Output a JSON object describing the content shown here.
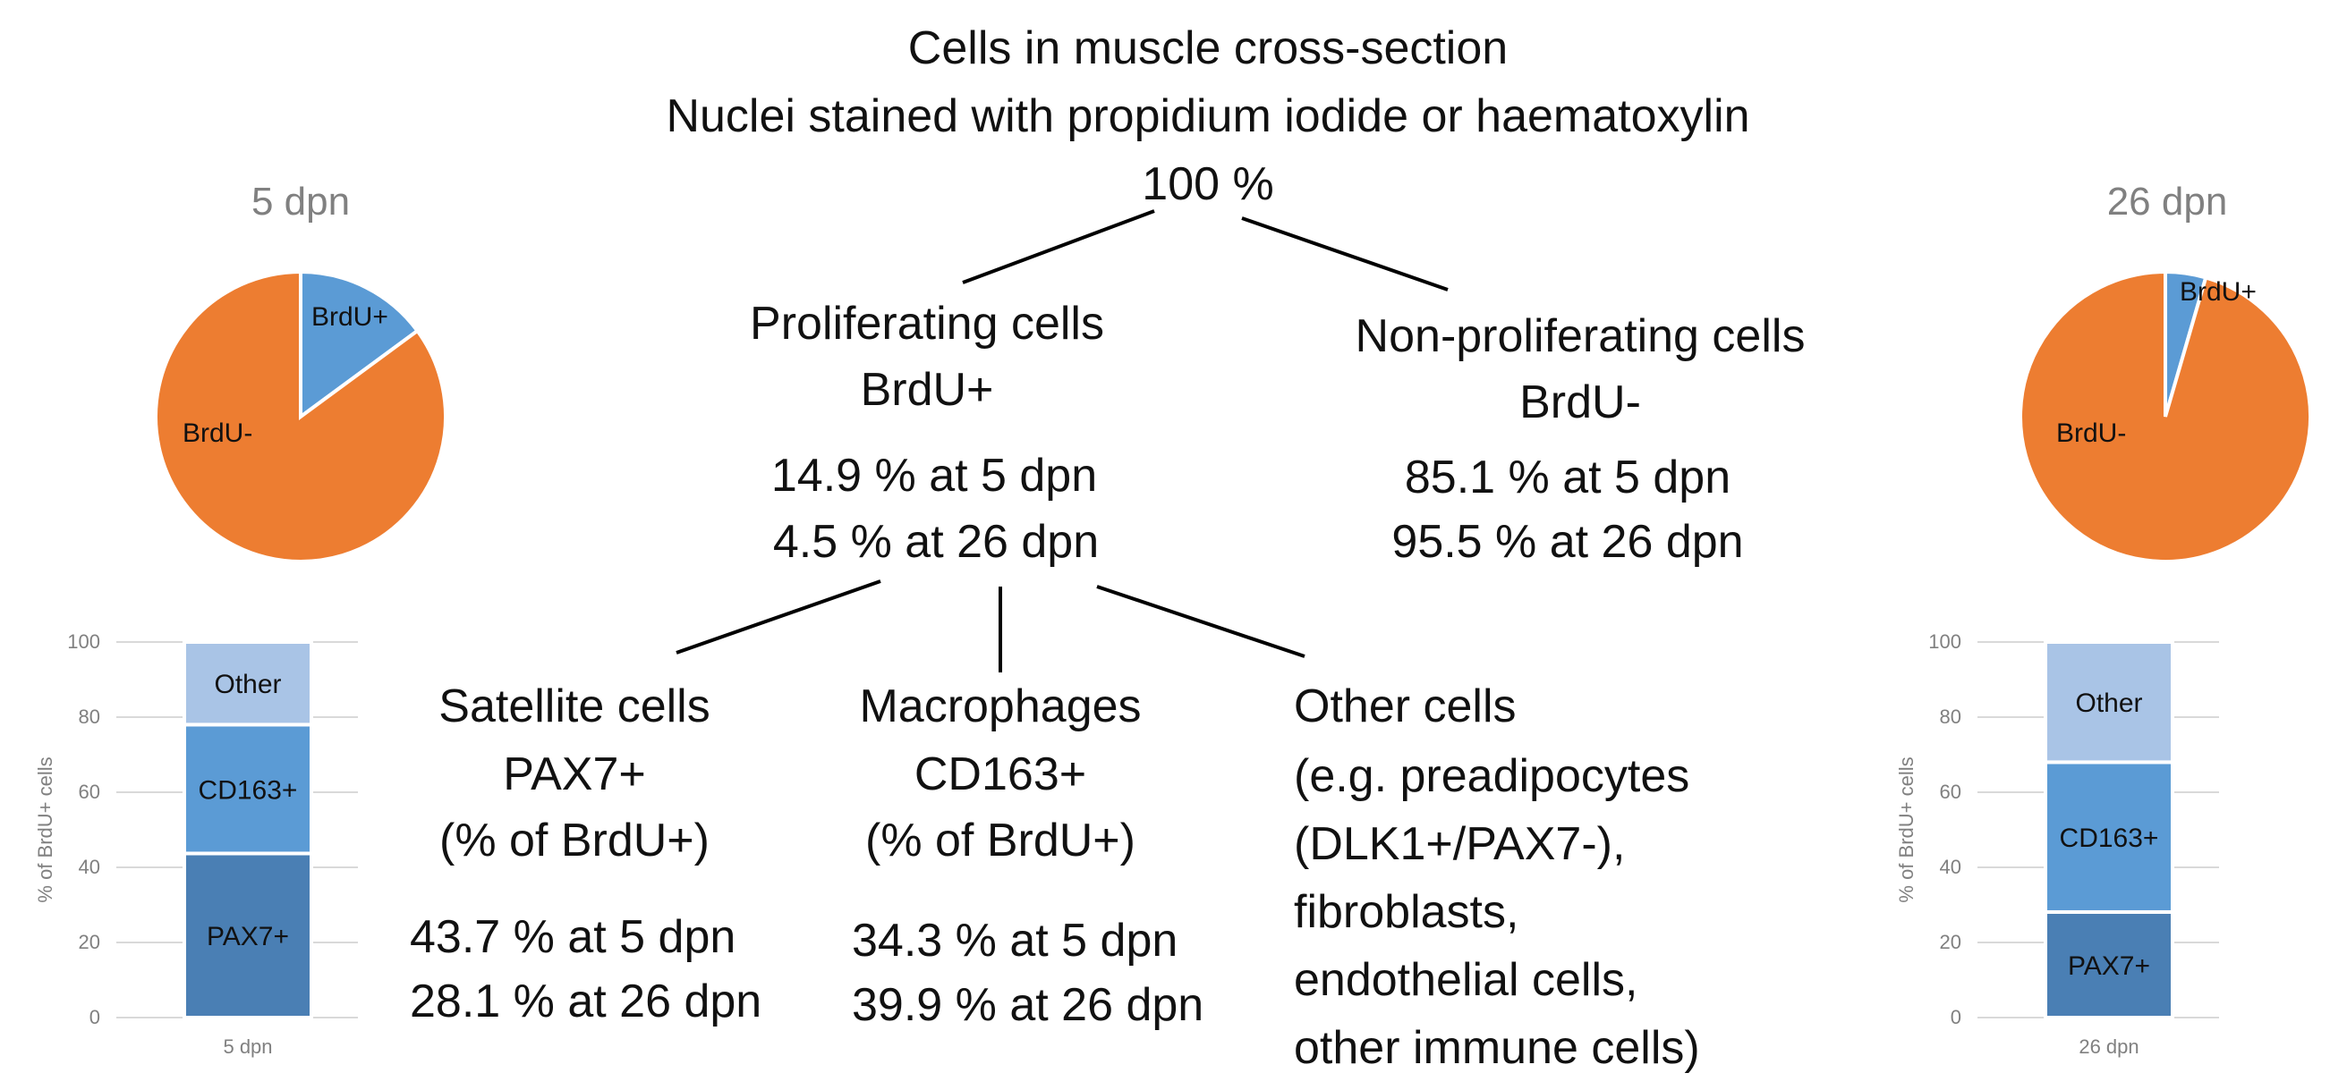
{
  "colors": {
    "brdu_pos": "#5b9bd5",
    "brdu_neg": "#ed7d31",
    "other": "#a9c4e6",
    "cd163": "#5b9bd5",
    "pax7": "#4a7fb4",
    "axis_text": "#808080",
    "grid": "#d9d9d9"
  },
  "root": {
    "line1": "Cells in muscle cross-section",
    "line2": "Nuclei stained with propidium iodide or haematoxylin",
    "line3": "100 %"
  },
  "proliferating": {
    "title": "Proliferating cells",
    "marker": "BrdU+",
    "value_5": "14.9 % at 5 dpn",
    "value_26": "4.5 % at  26 dpn"
  },
  "non_proliferating": {
    "title": "Non-proliferating cells",
    "marker": "BrdU-",
    "value_5": "85.1 % at 5 dpn",
    "value_26": "95.5 % at  26 dpn"
  },
  "satellite": {
    "title": "Satellite cells",
    "marker": "PAX7+",
    "note": "(% of BrdU+)",
    "value_5": "43.7 % at 5 dpn",
    "value_26": "28.1 % at  26 dpn"
  },
  "macrophages": {
    "title": "Macrophages",
    "marker": "CD163+",
    "note": "(% of BrdU+)",
    "value_5": "34.3 % at 5 dpn",
    "value_26": "39.9 % at  26 dpn"
  },
  "other_cells": {
    "lines": [
      "Other cells",
      "(e.g. preadipocytes",
      "(DLK1+/PAX7-),",
      "fibroblasts,",
      "endothelial cells,",
      "other immune cells)"
    ]
  },
  "chart_data": [
    {
      "type": "pie",
      "title": "5 dpn",
      "labels": [
        "BrdU+",
        "BrdU-"
      ],
      "values": [
        14.9,
        85.1
      ]
    },
    {
      "type": "pie",
      "title": "26 dpn",
      "labels": [
        "BrdU+",
        "BrdU-"
      ],
      "values": [
        4.5,
        95.5
      ]
    },
    {
      "type": "bar",
      "stacked": true,
      "categories": [
        "5 dpn"
      ],
      "ylabel": "% of BrdU+ cells",
      "ylim": [
        0,
        100
      ],
      "yticks": [
        "0",
        "20",
        "40",
        "60",
        "80",
        "100"
      ],
      "grid": true,
      "series": [
        {
          "name": "PAX7+",
          "values": [
            43.7
          ]
        },
        {
          "name": "CD163+",
          "values": [
            34.3
          ]
        },
        {
          "name": "Other",
          "values": [
            22.0
          ]
        }
      ]
    },
    {
      "type": "bar",
      "stacked": true,
      "categories": [
        "26 dpn"
      ],
      "ylabel": "% of BrdU+ cells",
      "ylim": [
        0,
        100
      ],
      "yticks": [
        "0",
        "20",
        "40",
        "60",
        "80",
        "100"
      ],
      "grid": true,
      "series": [
        {
          "name": "PAX7+",
          "values": [
            28.1
          ]
        },
        {
          "name": "CD163+",
          "values": [
            39.9
          ]
        },
        {
          "name": "Other",
          "values": [
            32.0
          ]
        }
      ]
    }
  ]
}
